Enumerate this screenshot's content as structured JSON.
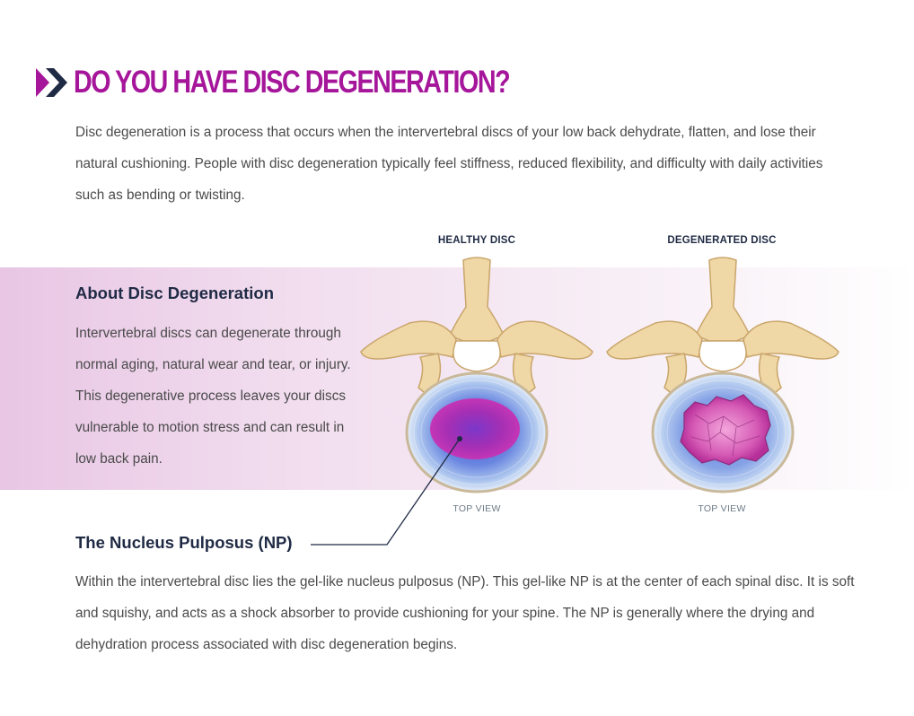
{
  "header": {
    "title": "DO YOU HAVE DISC DEGENERATION?",
    "icon": "double-chevron-right-icon",
    "colors": {
      "chevron_left": "#a5169a",
      "chevron_right": "#1f2a44",
      "title": "#a5169a"
    }
  },
  "intro": {
    "text": "Disc degeneration is a process that occurs when the intervertebral discs of your low back dehydrate, flatten, and lose their natural cushioning. People with disc degeneration typically feel stiffness, reduced flexibility, and difficulty with daily activities such as bending or twisting."
  },
  "about": {
    "heading": "About Disc Degeneration",
    "text": "Intervertebral discs can degenerate through normal aging, natural wear and tear, or injury. This degenerative process leaves your discs vulnerable to motion stress and can result in low back pain.",
    "band_color": "#e8c6e4"
  },
  "illustrations": {
    "healthy": {
      "label": "HEALTHY DISC",
      "view": "TOP VIEW"
    },
    "degenerated": {
      "label": "DEGENERATED DISC",
      "view": "TOP VIEW"
    }
  },
  "nucleus": {
    "heading": "The Nucleus Pulposus (NP)",
    "text": "Within the intervertebral disc lies the gel-like nucleus pulposus (NP). This gel-like NP is at the center of each spinal disc. It is soft and squishy, and acts as a shock absorber to provide cushioning for your spine. The NP is generally where the drying and dehydration process associated with disc degeneration begins."
  }
}
